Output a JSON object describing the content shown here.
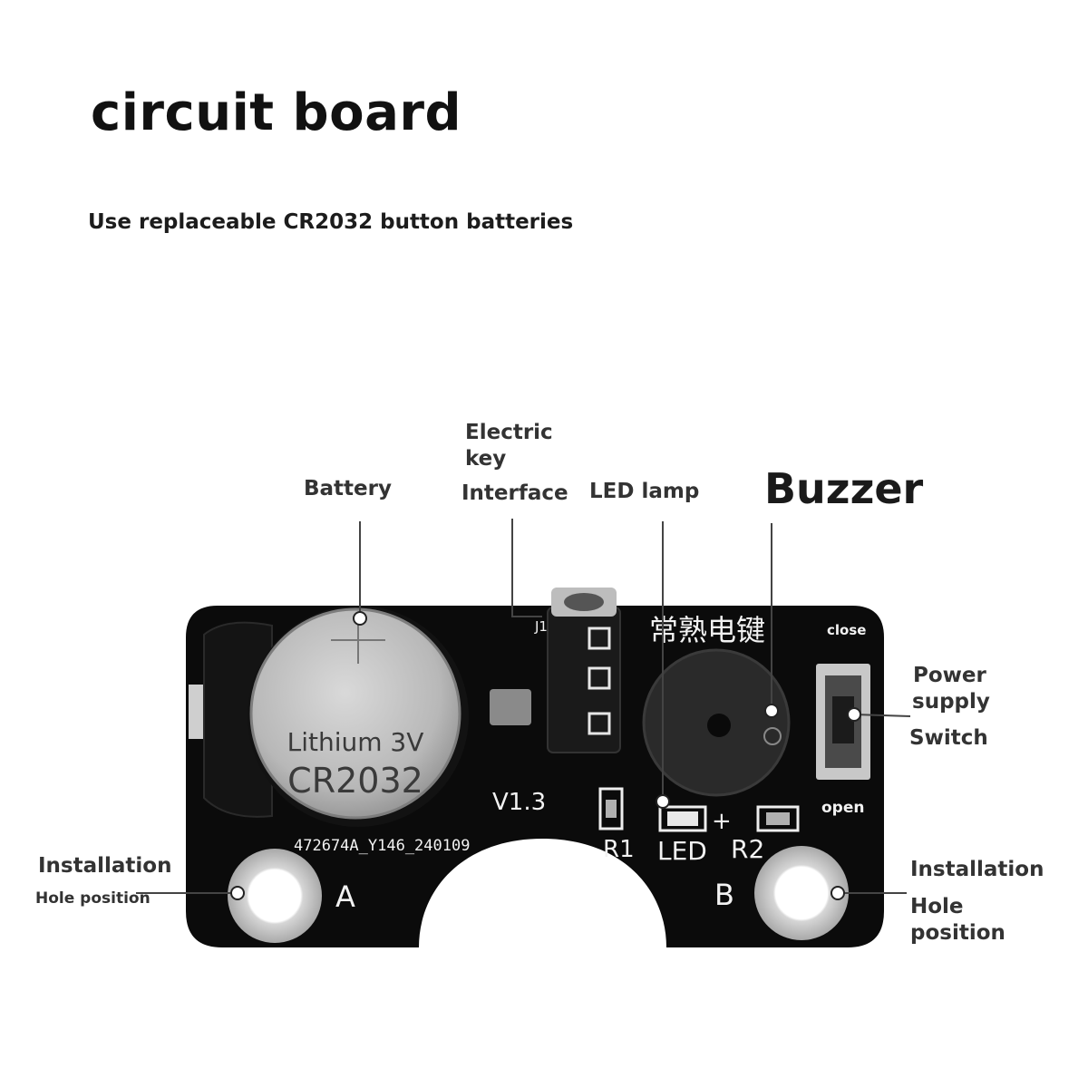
{
  "header": {
    "title": "circuit board",
    "subtitle": "Use replaceable CR2032 button batteries"
  },
  "callouts": {
    "battery": "Battery",
    "electric_key_line1": "Electric",
    "electric_key_line2": "key",
    "electric_key_line3": "Interface",
    "led_lamp": "LED lamp",
    "buzzer": "Buzzer",
    "power_line1": "Power",
    "power_line2": "supply",
    "power_line3": "Switch",
    "install_left_line1": "Installation",
    "install_left_line2": "Hole position",
    "install_right_line1": "Installation",
    "install_right_line2": "Hole",
    "install_right_line3": "position"
  },
  "board_print": {
    "battery_line1": "Lithium 3V",
    "battery_line2": "CR2032",
    "version": "V1.3",
    "part_code": "472674A_Y146_240109",
    "chinese_label": "常熟电键",
    "close": "close",
    "open": "open",
    "r1": "R1",
    "led": "LED",
    "r2": "R2",
    "plus": "+",
    "jack": "J1",
    "hole_a": "A",
    "hole_b": "B"
  },
  "colors": {
    "board": "#0b0b0b",
    "pads": "#c9c9c9",
    "battery": "#b5b5b5",
    "leader": "#444444",
    "silkscreen": "#f2f2f2"
  }
}
